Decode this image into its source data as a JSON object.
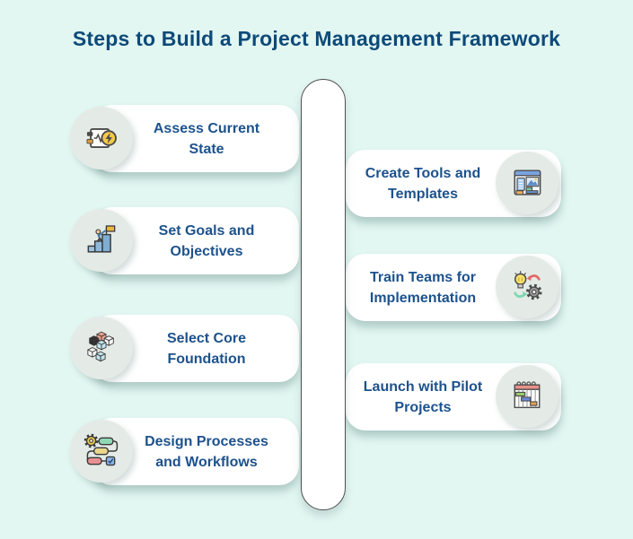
{
  "title": "Steps to Build a Project Management Framework",
  "steps": {
    "left": [
      {
        "label": "Assess Current State",
        "icon": "assessment-device-icon"
      },
      {
        "label": "Set Goals and Objectives",
        "icon": "goal-flag-podium-icon"
      },
      {
        "label": "Select Core Foundation",
        "icon": "building-blocks-icon"
      },
      {
        "label": "Design Processes and Workflows",
        "icon": "workflow-flowchart-icon"
      }
    ],
    "right": [
      {
        "label": "Create Tools and Templates",
        "icon": "template-window-icon"
      },
      {
        "label": "Train Teams for Implementation",
        "icon": "idea-gear-cycle-icon"
      },
      {
        "label": "Launch with Pilot Projects",
        "icon": "gantt-chart-icon"
      }
    ]
  },
  "colors": {
    "background": "#e2f6f2",
    "title_text": "#0d4a78",
    "label_text": "#1d528c",
    "card_background": "#ffffff",
    "icon_circle_background": "#e4ebe6",
    "spine_border": "#4f4f4f"
  }
}
